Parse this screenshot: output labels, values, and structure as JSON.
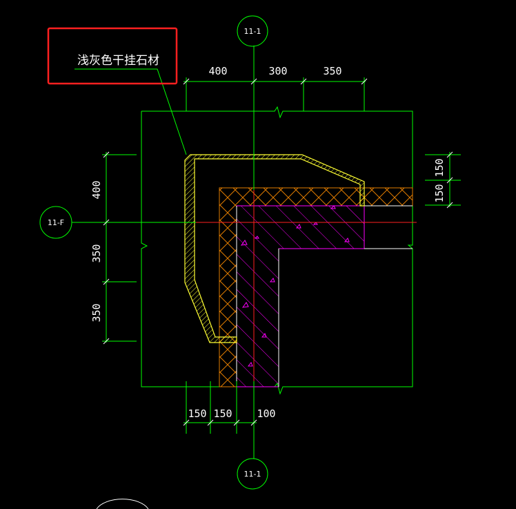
{
  "drawing": {
    "material_label": "浅灰色干挂石材",
    "axis_top": "11-1",
    "axis_bottom": "11-1",
    "axis_left": "11-F"
  },
  "dimensions": {
    "top": [
      "400",
      "300",
      "350"
    ],
    "left": [
      "400",
      "350",
      "350"
    ],
    "right": [
      "150",
      "150"
    ],
    "bottom": [
      "150",
      "150",
      "100"
    ]
  },
  "colors": {
    "background": "#000000",
    "outline": "#00ff00",
    "stone": "#ffff33",
    "insulation": "#e07b00",
    "concrete": "#ff00ff",
    "axis": "#ff2020",
    "highlight": "#ff2020"
  }
}
